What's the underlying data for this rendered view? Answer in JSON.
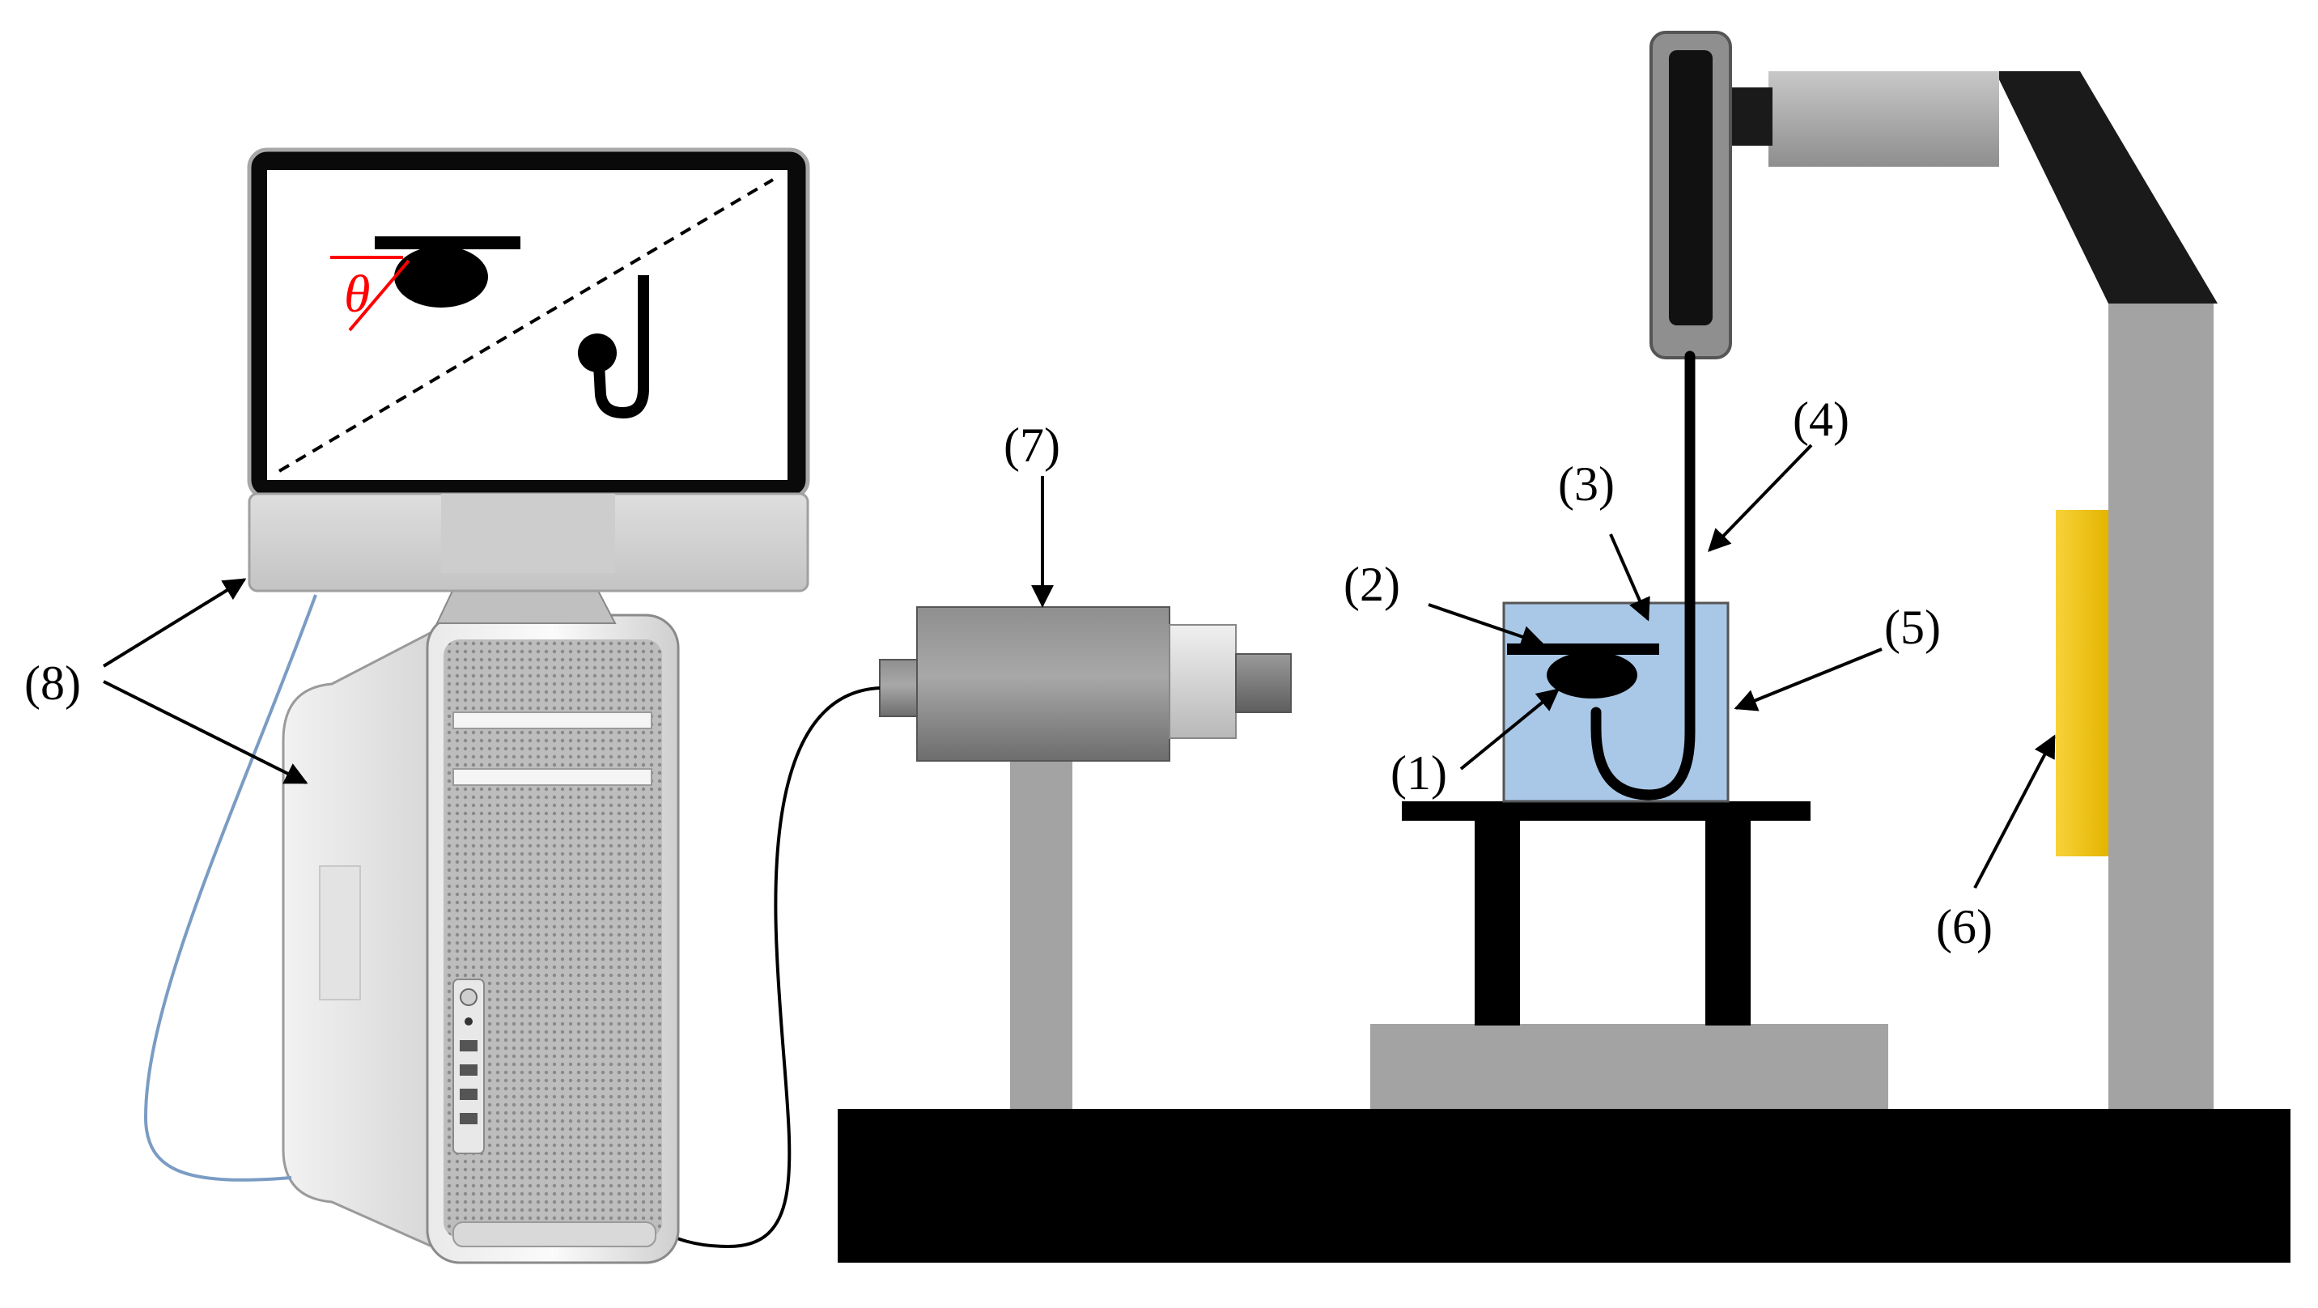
{
  "labels": {
    "l1": "(1)",
    "l2": "(2)",
    "l3": "(3)",
    "l4": "(4)",
    "l5": "(5)",
    "l6": "(6)",
    "l7": "(7)",
    "l8": "(8)"
  },
  "screen": {
    "angle_symbol": "θ"
  },
  "colors": {
    "water": "#a9c8e8",
    "light_panel": "#f2c300",
    "frame_gray": "#a3a3a3",
    "base": "#000000",
    "contact_angle_mark": "#ff0000",
    "cable_blue": "#7a9cc4"
  }
}
